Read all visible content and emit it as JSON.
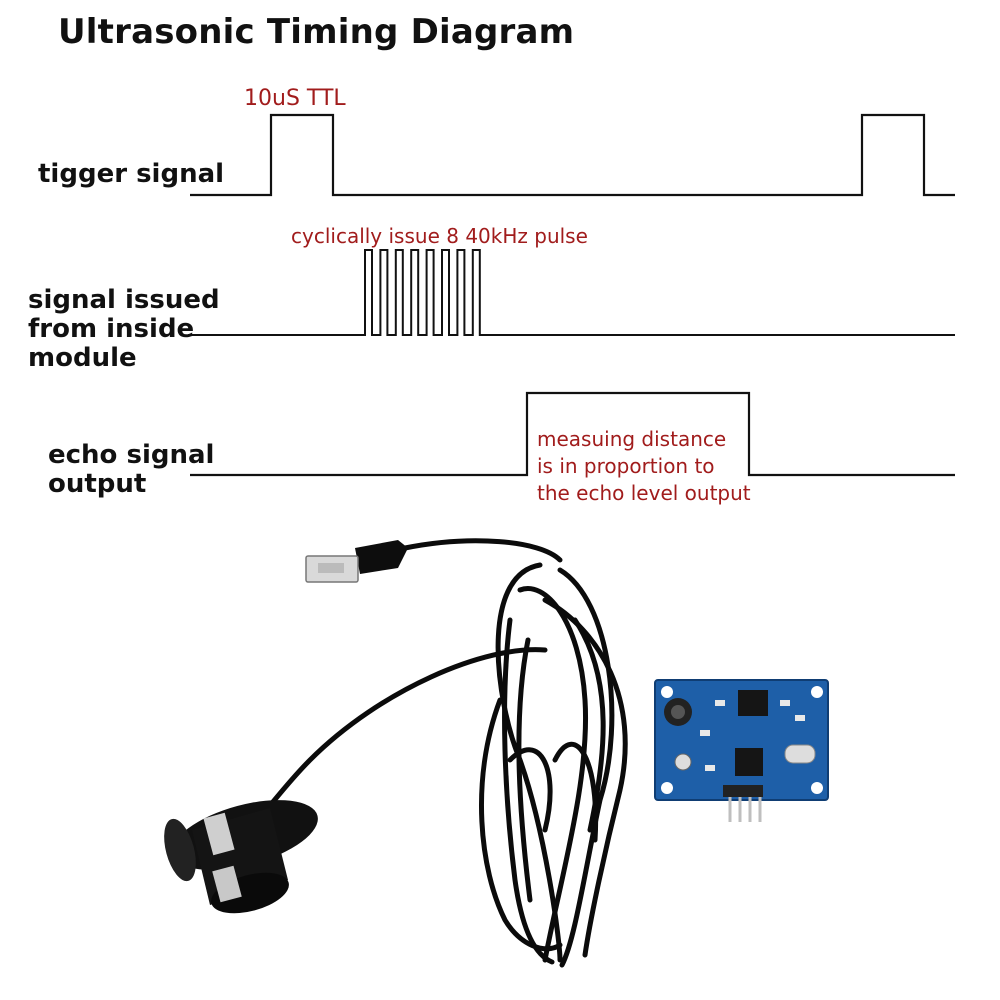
{
  "title": "Ultrasonic Timing Diagram",
  "signals": {
    "trigger": {
      "label": "tigger signal",
      "note": "10uS TTL"
    },
    "internal": {
      "label_lines": [
        "signal issued",
        "from inside",
        "module"
      ],
      "note": "cyclically issue 8 40kHz pulse",
      "pulse_count": 8
    },
    "echo": {
      "label_lines": [
        "echo signal",
        "output"
      ],
      "note_lines": [
        "measuing distance",
        "is in proportion to",
        "the echo level output"
      ]
    }
  },
  "colors": {
    "line": "#111111",
    "note": "#a11c1c",
    "pcb": "#1e5fa8",
    "cable": "#0b0b0b"
  },
  "photo": {
    "items": [
      "waterproof-ultrasonic-probe",
      "usb-style-connector",
      "driver-board"
    ]
  }
}
